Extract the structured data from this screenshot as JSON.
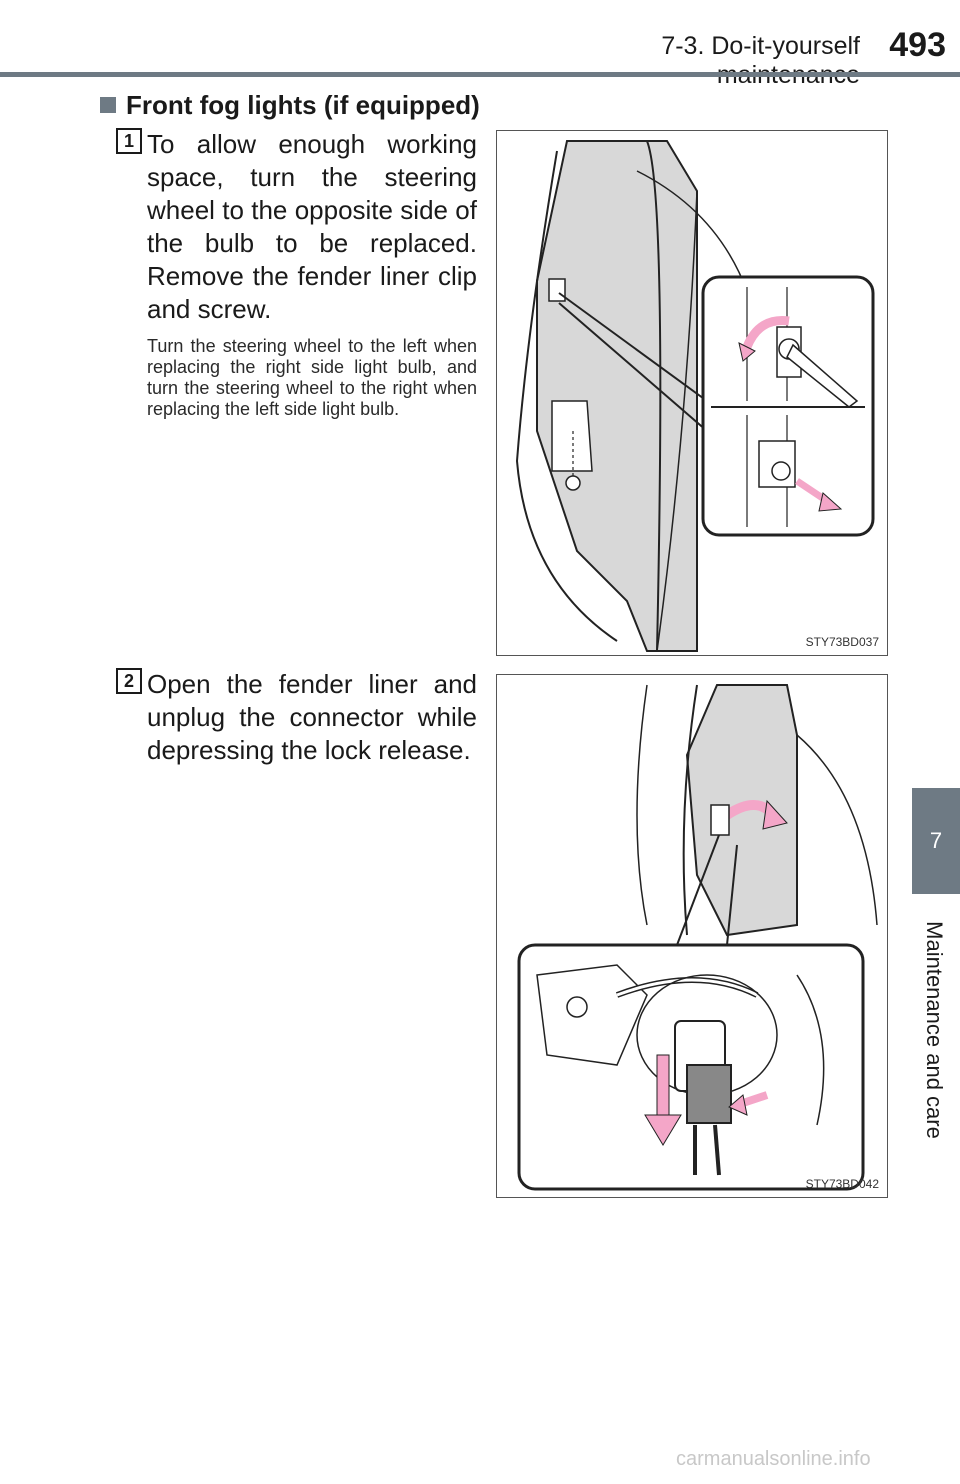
{
  "header": {
    "section_title": "7-3. Do-it-yourself maintenance",
    "page_number": "493"
  },
  "side_tab": {
    "chapter_number": "7",
    "chapter_label": "Maintenance and care"
  },
  "section": {
    "heading": "Front fog lights (if equipped)"
  },
  "steps": [
    {
      "number": "1",
      "text": "To allow enough working space, turn the steering wheel to the opposite side of the bulb to be replaced. Remove the fender liner clip and screw.",
      "note": "Turn the steering wheel to the left when replacing the right side light bulb, and turn the steering wheel to the right when replacing the left side light bulb.",
      "figure_code": "STY73BD037"
    },
    {
      "number": "2",
      "text": "Open the fender liner and unplug the connector while depressing the lock release.",
      "figure_code": "STY73BD042"
    }
  ],
  "colors": {
    "tab_gray": "#6e7a84",
    "arrow_pink": "#f4a6c8",
    "liner_gray": "#d8d8d8"
  },
  "watermark": "carmanualsonline.info"
}
